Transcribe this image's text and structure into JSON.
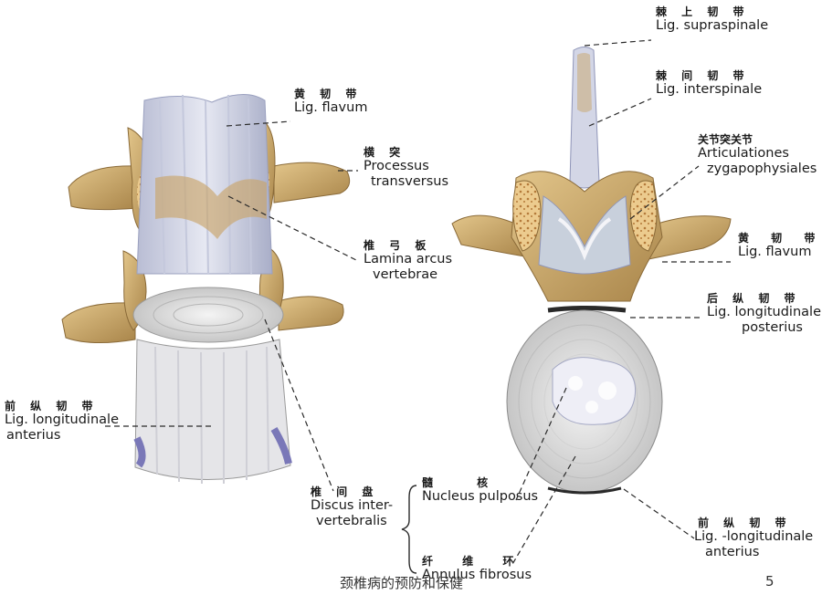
{
  "labels": {
    "flavum_left": {
      "zh": "黄 韧 带",
      "la": "Lig. flavum"
    },
    "transversus": {
      "zh": "横 突",
      "la1": "Processus",
      "la2": "transversus"
    },
    "lamina": {
      "zh": "椎 弓 板",
      "la1": "Lamina arcus",
      "la2": "vertebrae"
    },
    "anterius_left": {
      "zh": "前 纵 韧 带",
      "la1": "Lig. longitudinale",
      "la2": "anterius"
    },
    "discus": {
      "zh": "椎 间 盘",
      "la1": "Discus inter-",
      "la2": "vertebralis"
    },
    "nucleus": {
      "zh": "髓 核",
      "la": "Nucleus pulposus"
    },
    "annulus": {
      "zh": "纤 维 环",
      "la": "Annulus fibrosus"
    },
    "supraspinale": {
      "zh": "棘 上 韧 带",
      "la": "Lig. supraspinale"
    },
    "interspinale": {
      "zh": "棘 间 韧 带",
      "la": "Lig. interspinale"
    },
    "zygapophysiales": {
      "zh": "关节突关节",
      "la1": "Articulationes",
      "la2": "zygapophysiales"
    },
    "flavum_right": {
      "zh": "黄 韧 带",
      "la": "Lig. flavum"
    },
    "posterius": {
      "zh": "后 纵 韧 带",
      "la1": "Lig. longitudinale",
      "la2": "posterius"
    },
    "anterius_right": {
      "zh": "前 纵 韧 带",
      "la1": "Lig. -longitudinale",
      "la2": "anterius"
    }
  },
  "footer": {
    "title": "颈椎病的预防和保健",
    "page": "5"
  },
  "colors": {
    "bone": "#c9a56a",
    "disc": "#dcdcdc",
    "ligament": "#cfd4e6",
    "cancellous": "#e8c890",
    "accent": "#8a8fc0"
  }
}
